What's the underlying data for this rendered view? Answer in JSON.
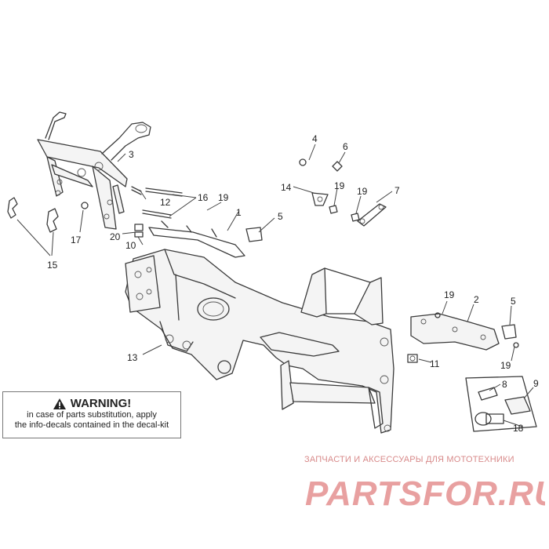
{
  "diagram": {
    "callouts": [
      {
        "id": "callout-3",
        "label": "3"
      },
      {
        "id": "callout-4",
        "label": "4"
      },
      {
        "id": "callout-6",
        "label": "6"
      },
      {
        "id": "callout-14",
        "label": "14"
      },
      {
        "id": "callout-19a",
        "label": "19"
      },
      {
        "id": "callout-19b",
        "label": "19"
      },
      {
        "id": "callout-7",
        "label": "7"
      },
      {
        "id": "callout-16",
        "label": "16"
      },
      {
        "id": "callout-19c",
        "label": "19"
      },
      {
        "id": "callout-12",
        "label": "12"
      },
      {
        "id": "callout-1",
        "label": "1"
      },
      {
        "id": "callout-5a",
        "label": "5"
      },
      {
        "id": "callout-17",
        "label": "17"
      },
      {
        "id": "callout-20",
        "label": "20"
      },
      {
        "id": "callout-10",
        "label": "10"
      },
      {
        "id": "callout-15",
        "label": "15"
      },
      {
        "id": "callout-19d",
        "label": "19"
      },
      {
        "id": "callout-2",
        "label": "2"
      },
      {
        "id": "callout-5b",
        "label": "5"
      },
      {
        "id": "callout-13",
        "label": "13"
      },
      {
        "id": "callout-11",
        "label": "11"
      },
      {
        "id": "callout-19e",
        "label": "19"
      },
      {
        "id": "callout-8",
        "label": "8"
      },
      {
        "id": "callout-9",
        "label": "9"
      },
      {
        "id": "callout-18",
        "label": "18"
      }
    ]
  },
  "warning": {
    "title": "WARNING!",
    "line1": "in case of parts substitution, apply",
    "line2": "the info-decals contained in the decal-kit"
  },
  "footer": {
    "caption": "ЗАПЧАСТИ И АКСЕССУАРЫ ДЛЯ МОТОТЕХНИКИ",
    "logo_text": "PARTSFOR.RU",
    "logo_color": "#e8a0a0"
  }
}
